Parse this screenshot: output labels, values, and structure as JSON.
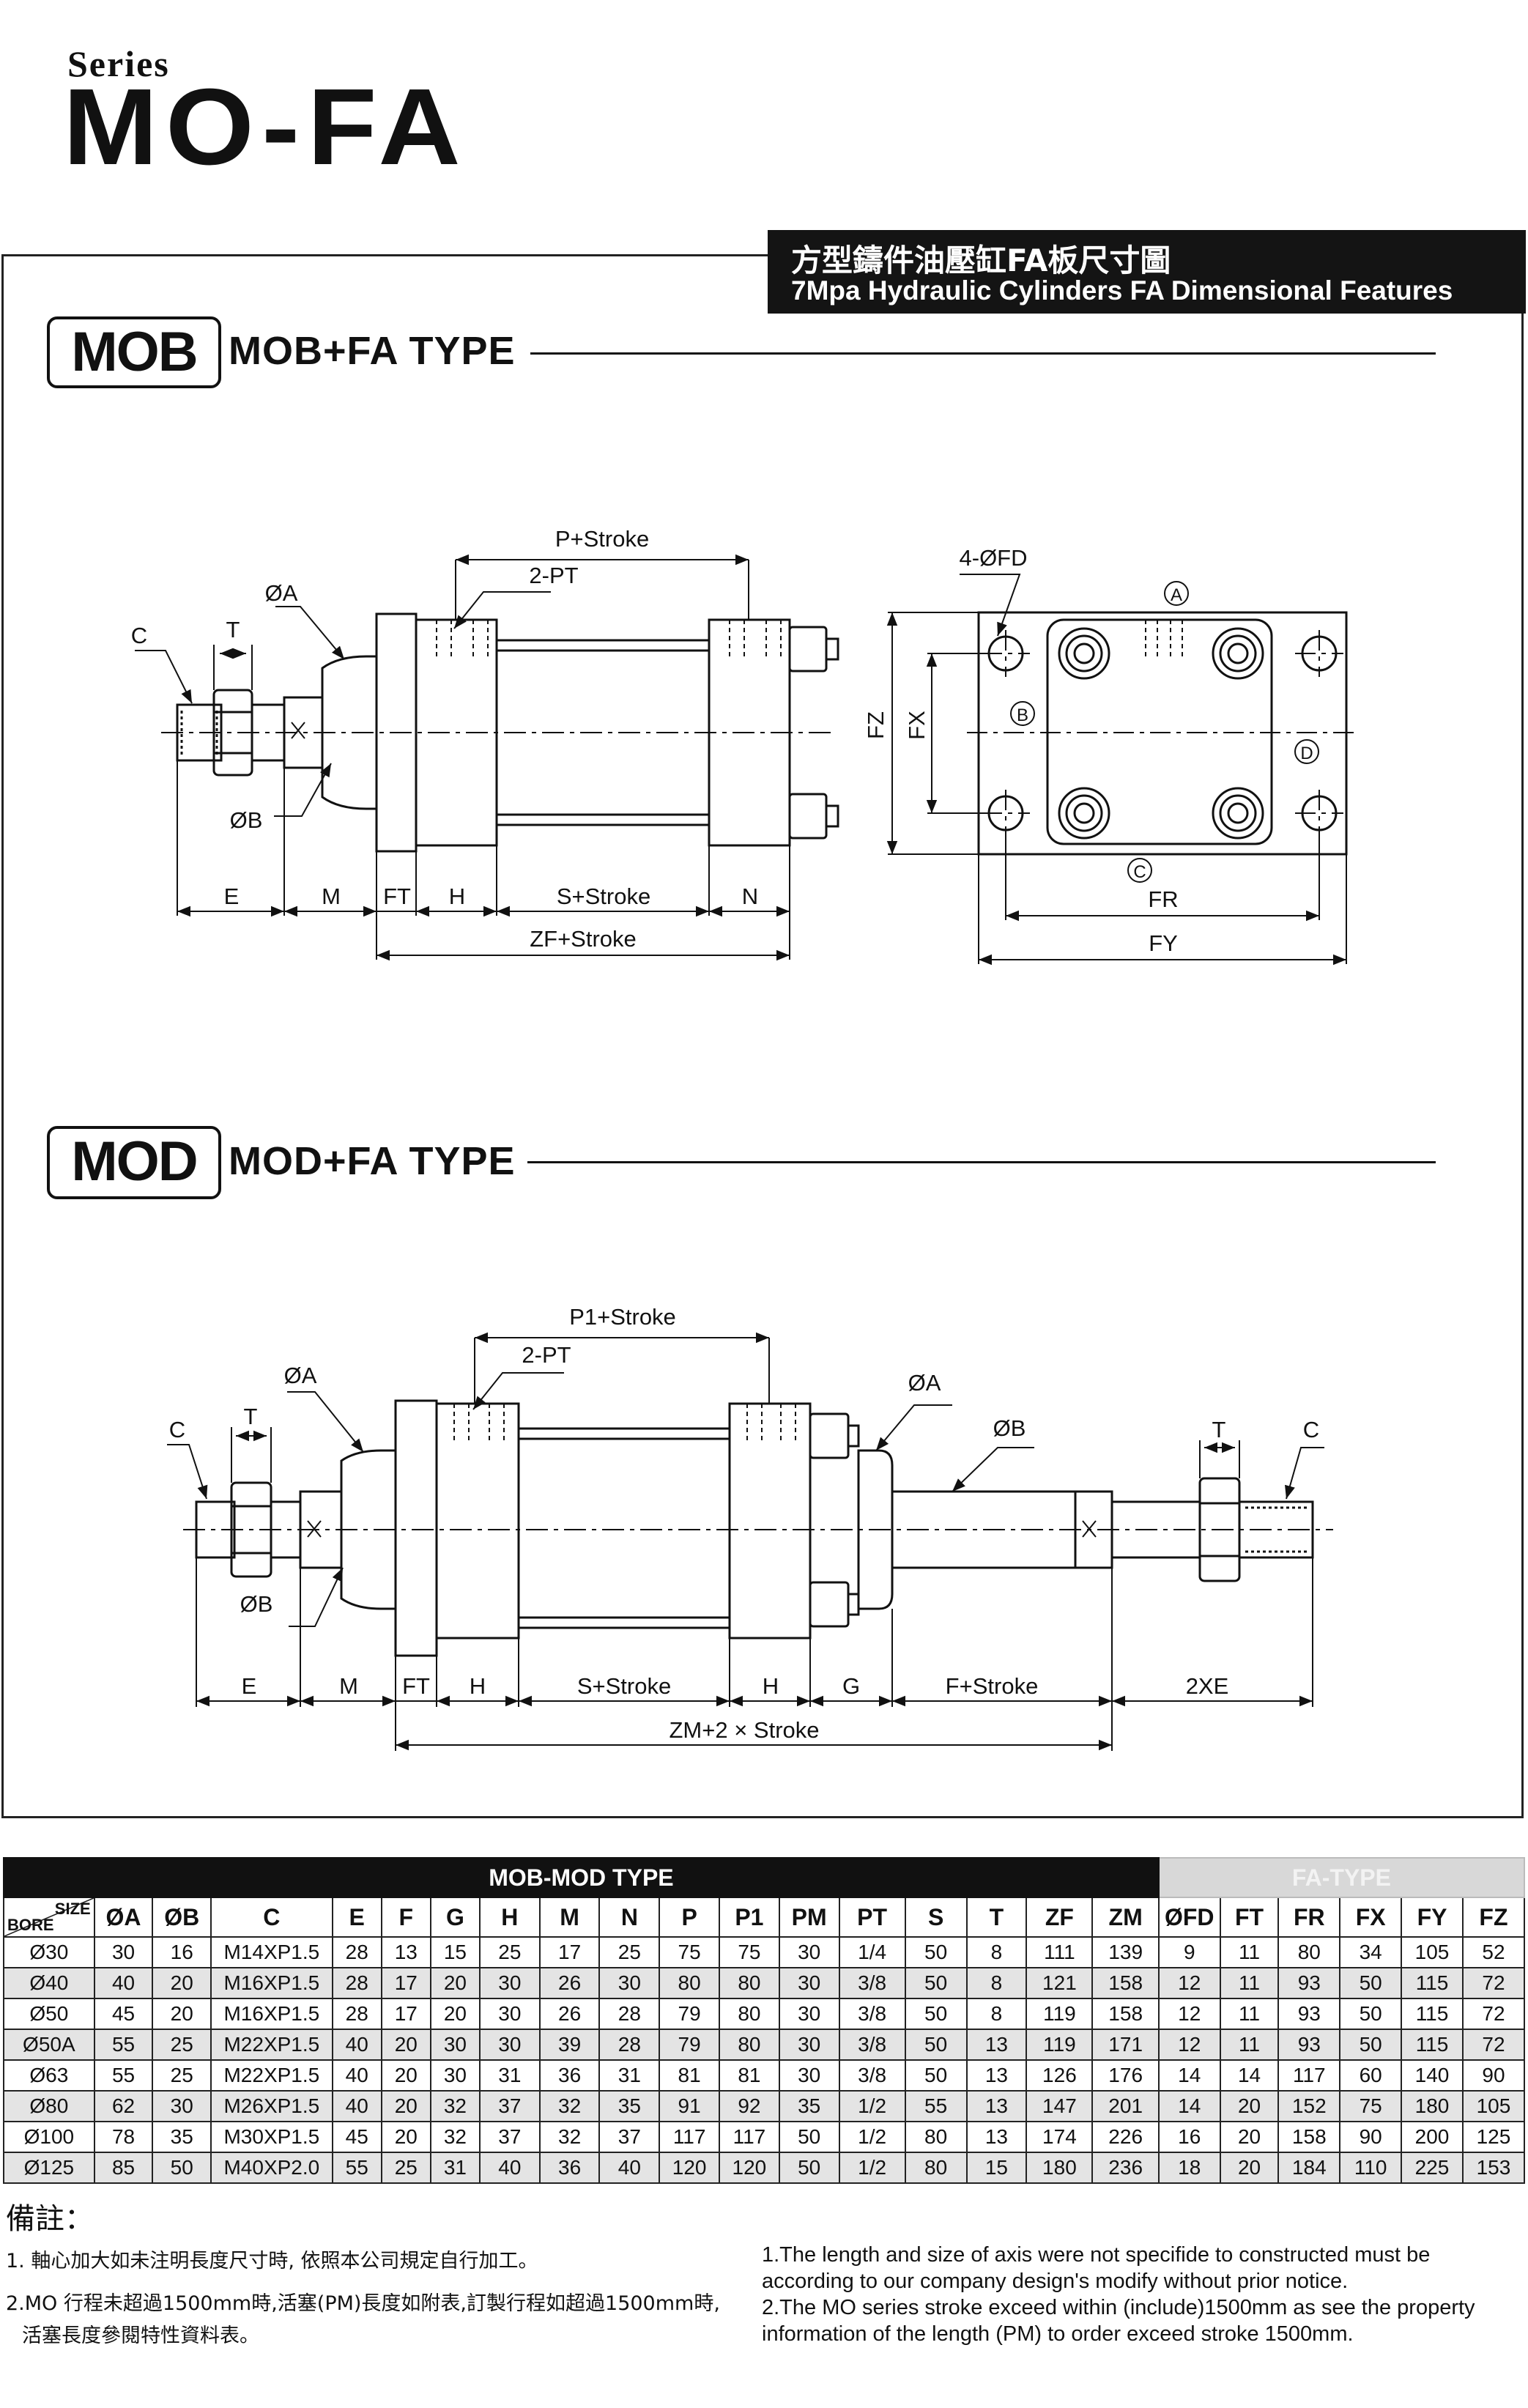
{
  "header": {
    "series_label": "Series",
    "model": "MO-FA"
  },
  "banner": {
    "title_cn": "方型鑄件油壓缸FA板尺寸圖",
    "title_en": "7Mpa Hydraulic Cylinders FA Dimensional Features"
  },
  "mob_section": {
    "badge": "MOB",
    "title": "MOB+FA TYPE"
  },
  "mod_section": {
    "badge": "MOD",
    "title": "MOD+FA TYPE"
  },
  "mob_labels": {
    "p_stroke": "P+Stroke",
    "pt": "2-PT",
    "oa": "ØA",
    "c": "C",
    "t": "T",
    "ob": "ØB",
    "e": "E",
    "m": "M",
    "ft": "FT",
    "h": "H",
    "s_stroke": "S+Stroke",
    "n": "N",
    "zf_stroke": "ZF+Stroke",
    "fd": "4-ØFD",
    "fz": "FZ",
    "fx": "FX",
    "fr": "FR",
    "fy": "FY",
    "circ_a": "A",
    "circ_b": "B",
    "circ_c": "C",
    "circ_d": "D"
  },
  "mod_labels": {
    "p1_stroke": "P1+Stroke",
    "pt": "2-PT",
    "oa": "ØA",
    "oa_right": "ØA",
    "ob_right": "ØB",
    "c": "C",
    "t": "T",
    "t_right": "T",
    "c_right": "C",
    "ob": "ØB",
    "e": "E",
    "m": "M",
    "ft": "FT",
    "h": "H",
    "s_stroke": "S+Stroke",
    "h2": "H",
    "g": "G",
    "f_stroke": "F+Stroke",
    "xe": "2XE",
    "zm_stroke": "ZM+2 × Stroke"
  },
  "table": {
    "group_mob": "MOB-MOD TYPE",
    "group_fa": "FA-TYPE",
    "corner_size": "SIZE",
    "corner_bore": "BORE",
    "columns": [
      "ØA",
      "ØB",
      "C",
      "E",
      "F",
      "G",
      "H",
      "M",
      "N",
      "P",
      "P1",
      "PM",
      "PT",
      "S",
      "T",
      "ZF",
      "ZM",
      "ØFD",
      "FT",
      "FR",
      "FX",
      "FY",
      "FZ"
    ],
    "rows": [
      [
        "Ø30",
        "30",
        "16",
        "M14XP1.5",
        "28",
        "13",
        "15",
        "25",
        "17",
        "25",
        "75",
        "75",
        "30",
        "1/4",
        "50",
        "8",
        "111",
        "139",
        "9",
        "11",
        "80",
        "34",
        "105",
        "52"
      ],
      [
        "Ø40",
        "40",
        "20",
        "M16XP1.5",
        "28",
        "17",
        "20",
        "30",
        "26",
        "30",
        "80",
        "80",
        "30",
        "3/8",
        "50",
        "8",
        "121",
        "158",
        "12",
        "11",
        "93",
        "50",
        "115",
        "72"
      ],
      [
        "Ø50",
        "45",
        "20",
        "M16XP1.5",
        "28",
        "17",
        "20",
        "30",
        "26",
        "28",
        "79",
        "80",
        "30",
        "3/8",
        "50",
        "8",
        "119",
        "158",
        "12",
        "11",
        "93",
        "50",
        "115",
        "72"
      ],
      [
        "Ø50A",
        "55",
        "25",
        "M22XP1.5",
        "40",
        "20",
        "30",
        "30",
        "39",
        "28",
        "79",
        "80",
        "30",
        "3/8",
        "50",
        "13",
        "119",
        "171",
        "12",
        "11",
        "93",
        "50",
        "115",
        "72"
      ],
      [
        "Ø63",
        "55",
        "25",
        "M22XP1.5",
        "40",
        "20",
        "30",
        "31",
        "36",
        "31",
        "81",
        "81",
        "30",
        "3/8",
        "50",
        "13",
        "126",
        "176",
        "14",
        "14",
        "117",
        "60",
        "140",
        "90"
      ],
      [
        "Ø80",
        "62",
        "30",
        "M26XP1.5",
        "40",
        "20",
        "32",
        "37",
        "32",
        "35",
        "91",
        "92",
        "35",
        "1/2",
        "55",
        "13",
        "147",
        "201",
        "14",
        "20",
        "152",
        "75",
        "180",
        "105"
      ],
      [
        "Ø100",
        "78",
        "35",
        "M30XP1.5",
        "45",
        "20",
        "32",
        "37",
        "32",
        "37",
        "117",
        "117",
        "50",
        "1/2",
        "80",
        "13",
        "174",
        "226",
        "16",
        "20",
        "158",
        "90",
        "200",
        "125"
      ],
      [
        "Ø125",
        "85",
        "50",
        "M40XP2.0",
        "55",
        "25",
        "31",
        "40",
        "36",
        "40",
        "120",
        "120",
        "50",
        "1/2",
        "80",
        "15",
        "180",
        "236",
        "18",
        "20",
        "184",
        "110",
        "225",
        "153"
      ]
    ]
  },
  "notes": {
    "title": "備註：",
    "cn": [
      "1. 軸心加大如未注明長度尺寸時, 依照本公司規定自行加工。",
      "2.MO 行程未超過1500mm時,活塞(PM)長度如附表,訂製行程如超過1500mm時,",
      "活塞長度參閱特性資料表。"
    ],
    "en": [
      "1.The length and size of axis were not specifide to constructed must be according to our company design's modify without prior notice.",
      "2.The MO series stroke exceed within (include)1500mm as see the property information of the length (PM) to order exceed stroke 1500mm."
    ]
  }
}
